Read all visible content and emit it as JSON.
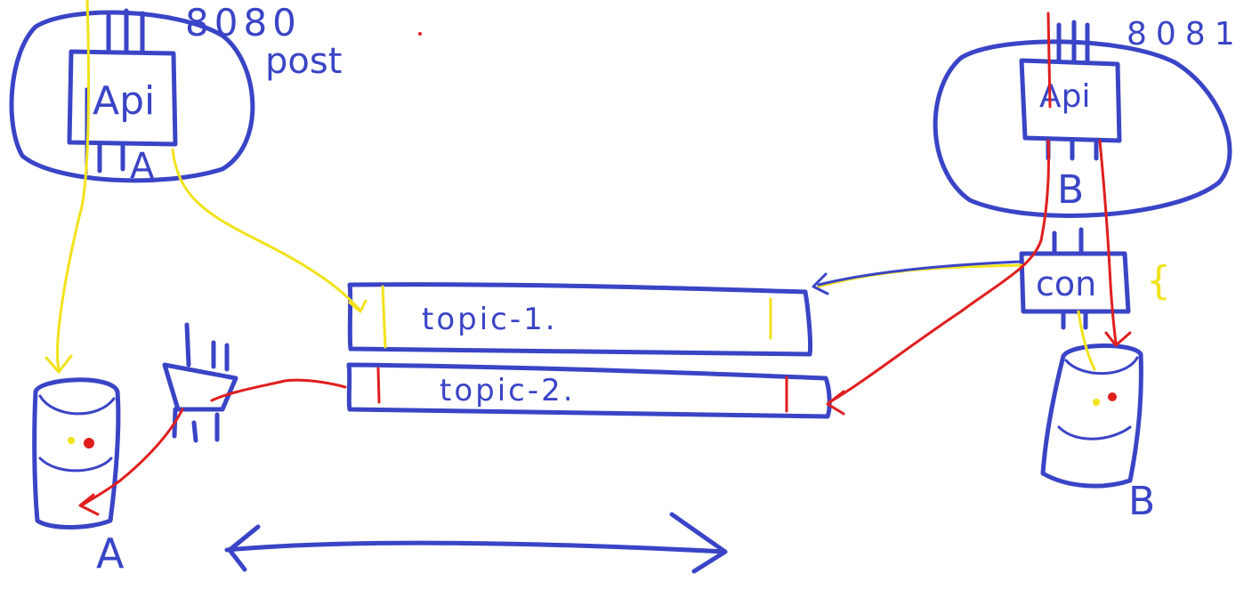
{
  "colors": {
    "ink_blue": "#3a44c6",
    "ink_red": "#e01e1e",
    "ink_yellow": "#f2e21a"
  },
  "service_a": {
    "port": "8080",
    "method": "post",
    "api_label": "Api",
    "letter": "A"
  },
  "service_b": {
    "port": "8081",
    "api_label": "Api",
    "letter": "B",
    "consumer_label": "con",
    "brace": "{"
  },
  "topics": [
    {
      "label": "topic-1."
    },
    {
      "label": "topic-2."
    }
  ],
  "databases": {
    "db_a_label": "A",
    "db_b_label": "B"
  }
}
